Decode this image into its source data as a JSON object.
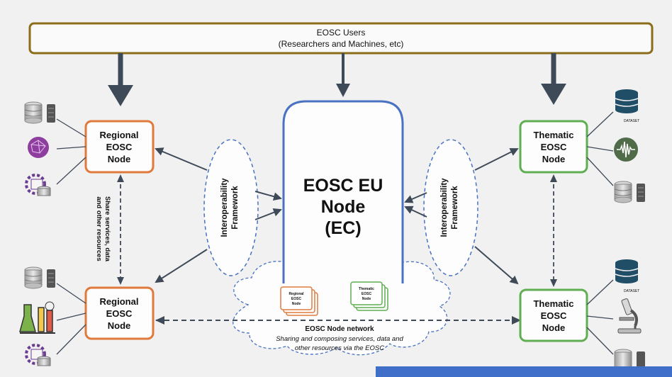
{
  "users": {
    "title": "EOSC Users",
    "subtitle": "(Researchers and Machines, etc)"
  },
  "eu_node": {
    "line1": "EOSC EU",
    "line2": "Node",
    "line3": "(EC)"
  },
  "regional_node": {
    "line1": "Regional",
    "line2": "EOSC",
    "line3": "Node"
  },
  "thematic_node": {
    "line1": "Thematic",
    "line2": "EOSC",
    "line3": "Node"
  },
  "interop": {
    "line1": "Interoperability",
    "line2": "Framework"
  },
  "share_label": {
    "line1": "Share services, data",
    "line2": "and other resources"
  },
  "network": {
    "title": "EOSC Node network",
    "desc1": "Sharing and composing services, data and",
    "desc2": "other resources via the EOSC",
    "mini_regional": [
      "Regional",
      "EOSC",
      "Node"
    ],
    "mini_thematic": [
      "Thematic",
      "EOSC",
      "Node"
    ]
  },
  "dataset_label": "DATASET",
  "colors": {
    "users_border": "#8b6d1a",
    "eu_border": "#4a72c2",
    "regional_border": "#e07a3c",
    "thematic_border": "#5fae52",
    "arrow": "#3f4a59",
    "interop_border": "#4a72c2",
    "cloud_border": "#4a72c2",
    "accent_bar": "#3f6fc8"
  },
  "icons": [
    "server-stack-icon",
    "brain-network-icon",
    "gear-database-icon",
    "chemistry-lab-icon",
    "database-icon",
    "waveform-icon",
    "microscope-icon"
  ]
}
